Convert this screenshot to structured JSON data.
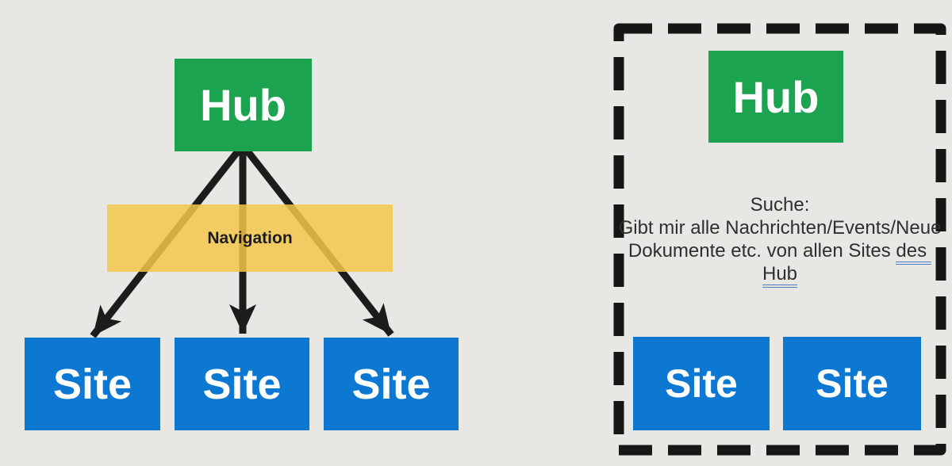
{
  "left_diagram": {
    "hub_label": "Hub",
    "navigation_label": "Navigation",
    "sites": [
      "Site",
      "Site",
      "Site"
    ]
  },
  "right_diagram": {
    "hub_label": "Hub",
    "search": {
      "line1": "Suche:",
      "line2": "Gibt mir alle Nachrichten/Events/Neue",
      "line3_text": "Dokumente etc. von allen Sites ",
      "line3_link": "des",
      "line4_link": "Hub"
    },
    "sites": [
      "Site",
      "Site"
    ]
  },
  "colors": {
    "background": "#e8e7e4",
    "hub_green": "#1ca350",
    "site_blue": "#0c78d2",
    "navigation_yellow": "#f3c74b",
    "arrow_black": "#1c1c1c",
    "dashed_border_black": "#161616",
    "link_underline_blue": "#4a7dc6",
    "body_text": "#2f2f2f"
  }
}
